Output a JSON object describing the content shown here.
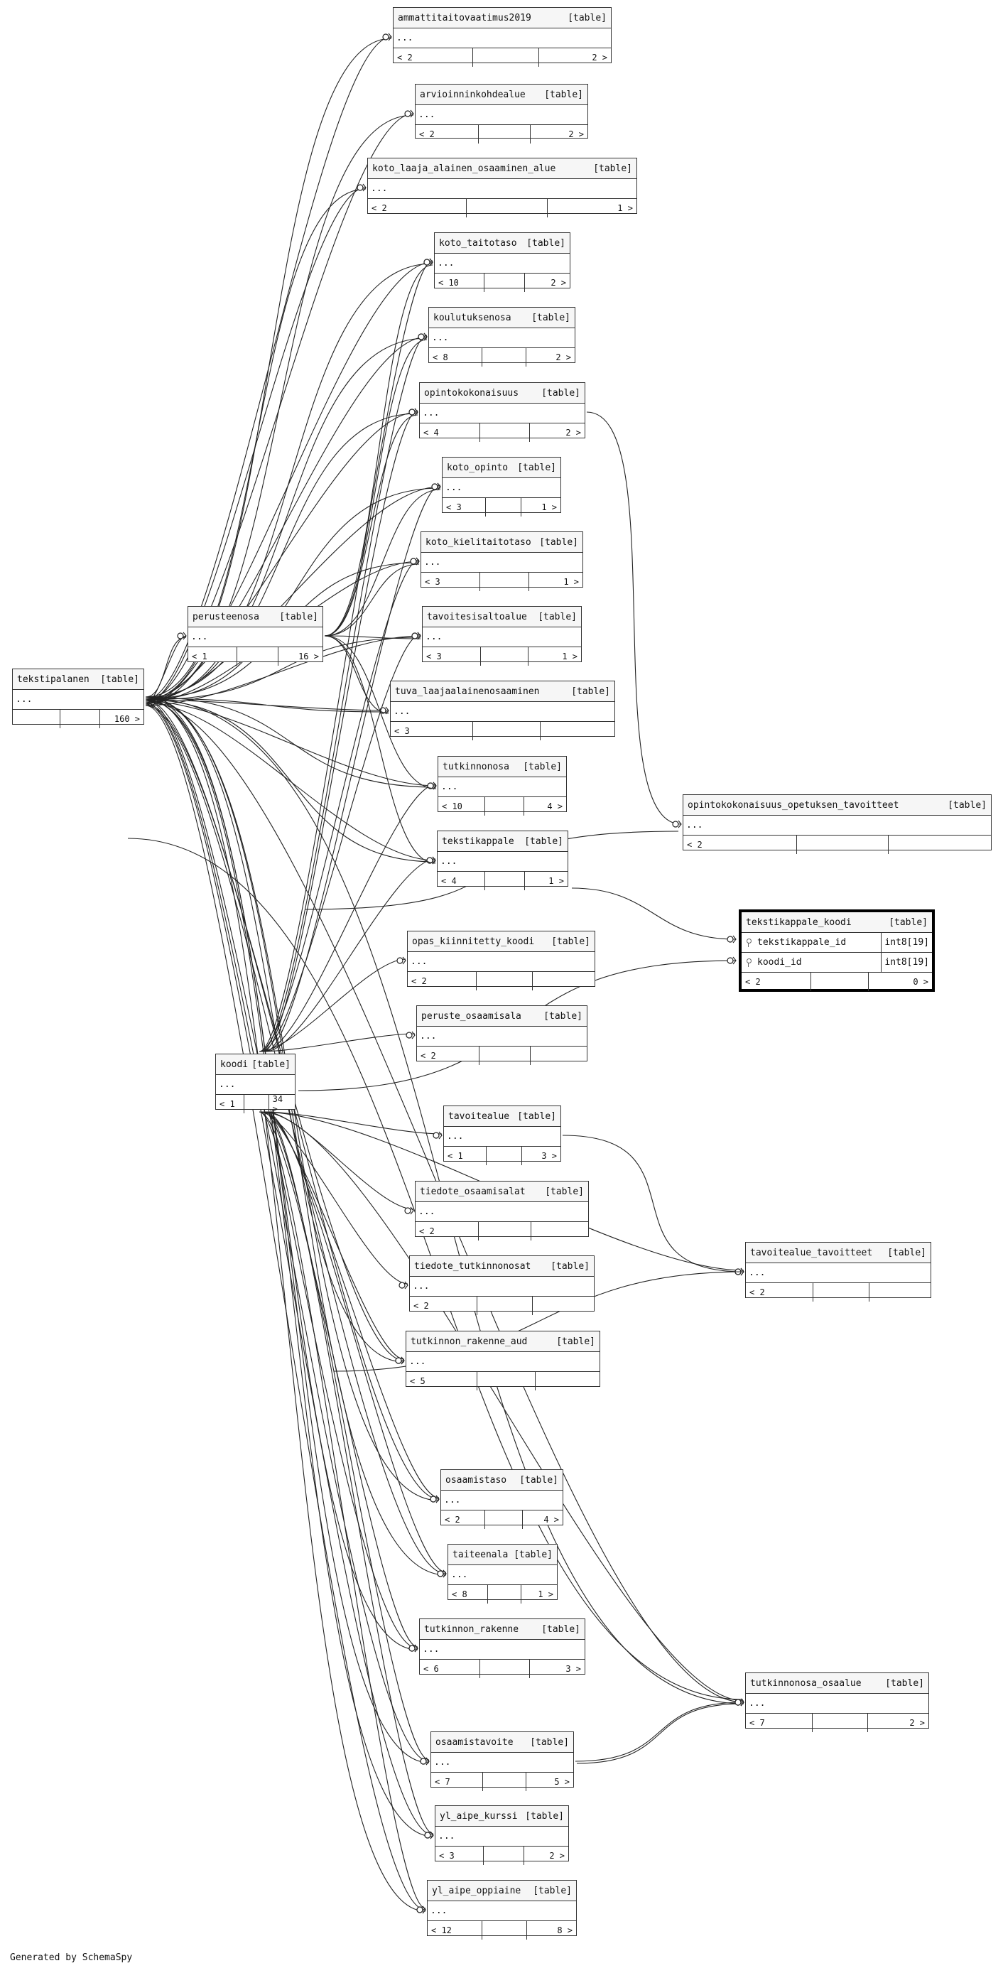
{
  "type_label": "[table]",
  "more_label": "...",
  "footer_note": "Generated by SchemaSpy",
  "tables": [
    {
      "name": "ammattitaitovaatimus2019",
      "parents": "< 2",
      "children": "2 >"
    },
    {
      "name": "arvioinninkohdealue",
      "parents": "< 2",
      "children": "2 >"
    },
    {
      "name": "koto_laaja_alainen_osaaminen_alue",
      "parents": "< 2",
      "children": "1 >"
    },
    {
      "name": "koto_taitotaso",
      "parents": "< 10",
      "children": "2 >"
    },
    {
      "name": "koulutuksenosa",
      "parents": "< 8",
      "children": "2 >"
    },
    {
      "name": "opintokokonaisuus",
      "parents": "< 4",
      "children": "2 >"
    },
    {
      "name": "koto_opinto",
      "parents": "< 3",
      "children": "1 >"
    },
    {
      "name": "koto_kielitaitotaso",
      "parents": "< 3",
      "children": "1 >"
    },
    {
      "name": "perusteenosa",
      "parents": "< 1",
      "children": "16 >"
    },
    {
      "name": "tavoitesisaltoalue",
      "parents": "< 3",
      "children": "1 >"
    },
    {
      "name": "tekstipalanen",
      "parents": "",
      "children": "160 >"
    },
    {
      "name": "tuva_laajaalainenosaaminen",
      "parents": "< 3",
      "children": ""
    },
    {
      "name": "tutkinnonosa",
      "parents": "< 10",
      "children": "4 >"
    },
    {
      "name": "opintokokonaisuus_opetuksen_tavoitteet",
      "parents": "< 2",
      "children": ""
    },
    {
      "name": "tekstikappale",
      "parents": "< 4",
      "children": "1 >"
    },
    {
      "name": "tekstikappale_koodi",
      "parents": "< 2",
      "children": "0 >",
      "columns": [
        {
          "name": "tekstikappale_id",
          "type": "int8[19]"
        },
        {
          "name": "koodi_id",
          "type": "int8[19]"
        }
      ]
    },
    {
      "name": "opas_kiinnitetty_koodi",
      "parents": "< 2",
      "children": ""
    },
    {
      "name": "peruste_osaamisala",
      "parents": "< 2",
      "children": ""
    },
    {
      "name": "koodi",
      "parents": "< 1",
      "children": "34 >"
    },
    {
      "name": "tavoitealue",
      "parents": "< 1",
      "children": "3 >"
    },
    {
      "name": "tiedote_osaamisalat",
      "parents": "< 2",
      "children": ""
    },
    {
      "name": "tavoitealue_tavoitteet",
      "parents": "< 2",
      "children": ""
    },
    {
      "name": "tiedote_tutkinnonosat",
      "parents": "< 2",
      "children": ""
    },
    {
      "name": "tutkinnon_rakenne_aud",
      "parents": "< 5",
      "children": ""
    },
    {
      "name": "osaamistaso",
      "parents": "< 2",
      "children": "4 >"
    },
    {
      "name": "taiteenala",
      "parents": "< 8",
      "children": "1 >"
    },
    {
      "name": "tutkinnon_rakenne",
      "parents": "< 6",
      "children": "3 >"
    },
    {
      "name": "tutkinnonosa_osaalue",
      "parents": "< 7",
      "children": "2 >"
    },
    {
      "name": "osaamistavoite",
      "parents": "< 7",
      "children": "5 >"
    },
    {
      "name": "yl_aipe_kurssi",
      "parents": "< 3",
      "children": "2 >"
    },
    {
      "name": "yl_aipe_oppiaine",
      "parents": "< 12",
      "children": "8 >"
    }
  ]
}
